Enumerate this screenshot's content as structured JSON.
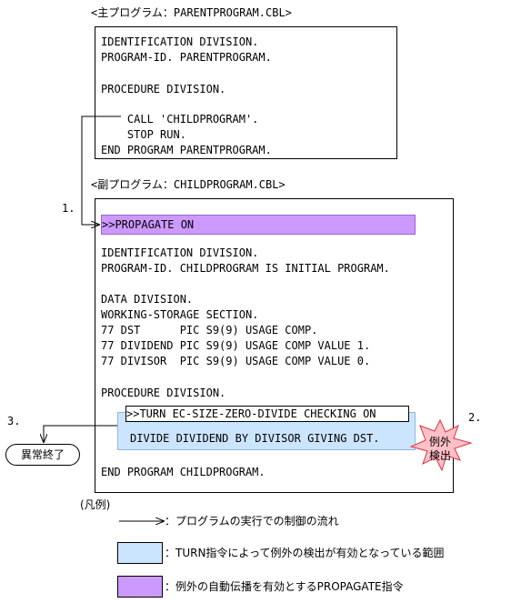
{
  "parent": {
    "title": "<主プログラム：PARENTPROGRAM.CBL>",
    "lines": [
      "IDENTIFICATION DIVISION.",
      "PROGRAM-ID. PARENTPROGRAM.",
      "PROCEDURE DIVISION.",
      "    CALL 'CHILDPROGRAM'.",
      "    STOP RUN.",
      "END PROGRAM PARENTPROGRAM."
    ]
  },
  "child": {
    "title": "<副プログラム：CHILDPROGRAM.CBL>",
    "propagate": ">>PROPAGATE ON",
    "lines": [
      "IDENTIFICATION DIVISION.",
      "PROGRAM-ID. CHILDPROGRAM IS INITIAL PROGRAM.",
      "DATA DIVISION.",
      "WORKING-STORAGE SECTION.",
      "77 DST      PIC S9(9) USAGE COMP.",
      "77 DIVIDEND PIC S9(9) USAGE COMP VALUE 1.",
      "77 DIVISOR  PIC S9(9) USAGE COMP VALUE 0.",
      "PROCEDURE DIVISION."
    ],
    "turn": ">>TURN EC-SIZE-ZERO-DIVIDE CHECKING ON",
    "divide": "DIVIDE DIVIDEND BY DIVISOR GIVING DST.",
    "end": "END PROGRAM CHILDPROGRAM."
  },
  "steps": {
    "step1": "1.",
    "step2": "2.",
    "step3": "3."
  },
  "exception": {
    "line1": "例外",
    "line2": "検出"
  },
  "abnormal_end": "異常終了",
  "legend": {
    "title": "(凡例)",
    "arrow": "：プログラムの実行での制御の流れ",
    "turn_range": "：TURN指令によって例外の検出が有効となっている範囲",
    "propagate": "：例外の自動伝播を有効とするPROPAGATE指令"
  },
  "colors": {
    "turn_fill": "#cce5ff",
    "propagate_fill": "#cc99ff",
    "starburst_fill": "#ffc0c8",
    "starburst_stroke": "#e03040"
  }
}
